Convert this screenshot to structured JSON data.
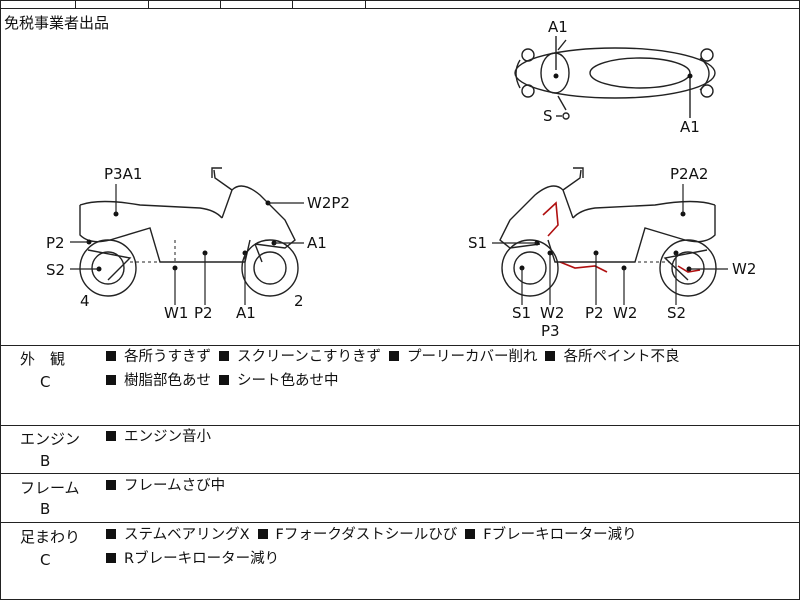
{
  "header": {
    "notice": "免税事業者出品"
  },
  "diagram": {
    "top_labels": {
      "front": "A1",
      "rear": "A1",
      "side": "S"
    },
    "left_labels": {
      "top": "P3A1",
      "right_upper": "W2P2",
      "right_lower": "A1",
      "left_upper": "P2",
      "left_lower": "S2",
      "num_rear": "4",
      "num_front": "2",
      "bottom_1": "W1",
      "bottom_2": "P2",
      "bottom_3": "A1"
    },
    "right_labels": {
      "top": "P2A2",
      "left": "S1",
      "right": "W2",
      "bottom_1": "S1",
      "bottom_2": "W2",
      "bottom_2b": "P3",
      "bottom_3": "P2",
      "bottom_4": "W2",
      "bottom_5": "S2"
    },
    "colors": {
      "line": "#222222",
      "damage": "#b01010"
    }
  },
  "sections": [
    {
      "title": "外　観",
      "grade": "C",
      "items": [
        "各所うすきず",
        "スクリーンこすりきず",
        "プーリーカバー削れ",
        "各所ペイント不良",
        "樹脂部色あせ",
        "シート色あせ中"
      ]
    },
    {
      "title": "エンジン",
      "grade": "B",
      "items": [
        "エンジン音小"
      ]
    },
    {
      "title": "フレーム",
      "grade": "B",
      "items": [
        "フレームさび中"
      ]
    },
    {
      "title": "足まわり",
      "grade": "C",
      "items": [
        "ステムベアリングX",
        "Fフォークダストシールひび",
        "Fブレーキローター減り",
        "Rブレーキローター減り"
      ]
    }
  ]
}
